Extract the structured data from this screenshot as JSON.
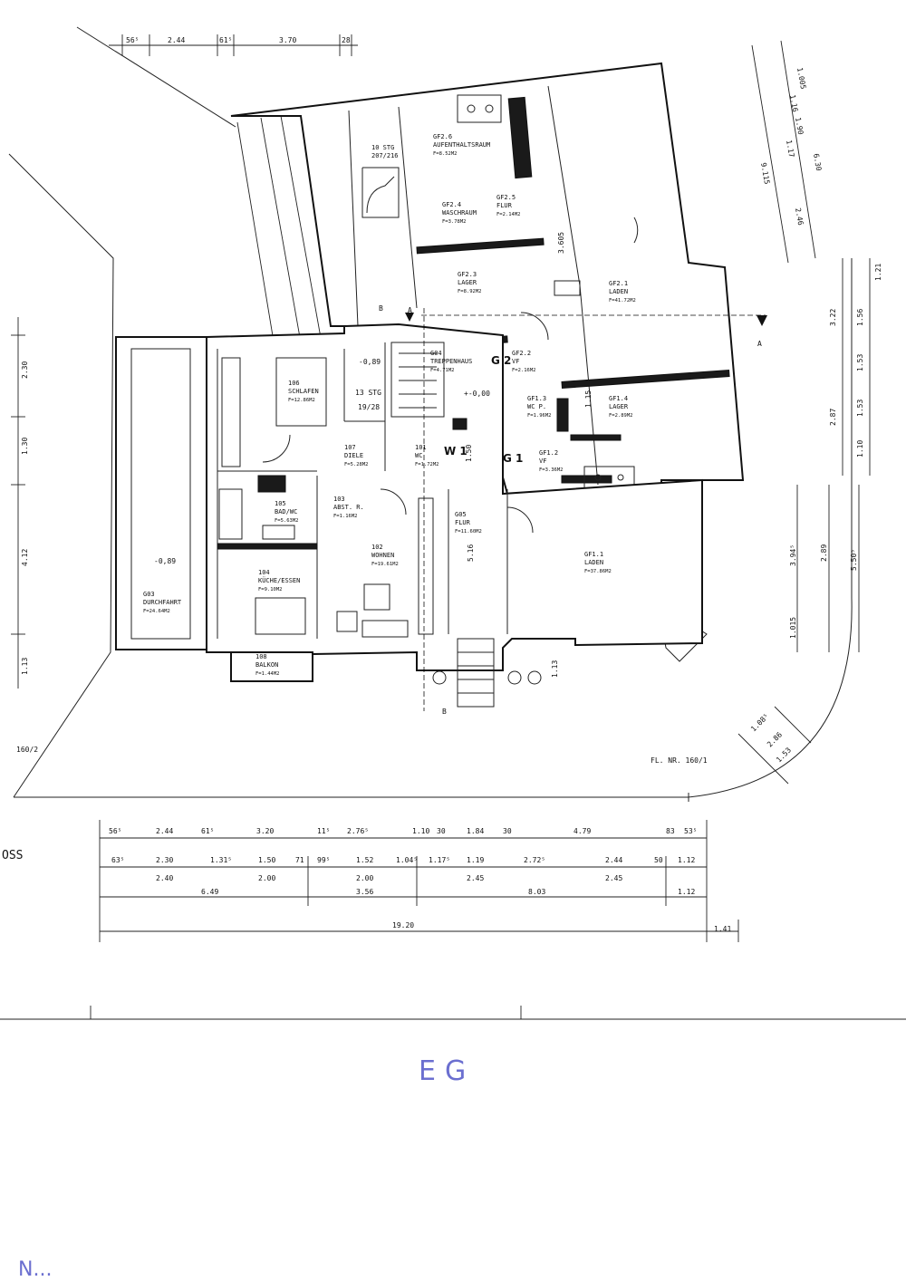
{
  "rooms": [
    {
      "id": "gf26",
      "name": "GF2.6",
      "use": "AUFENTHALTSRAUM",
      "area": "F=8.52M2"
    },
    {
      "id": "gf24",
      "name": "GF2.4",
      "use": "WASCHRAUM",
      "area": "F=3.78M2"
    },
    {
      "id": "gf25",
      "name": "GF2.5",
      "use": "FLUR",
      "area": "F=2.14M2"
    },
    {
      "id": "gf23",
      "name": "GF2.3",
      "use": "LAGER",
      "area": "F=8.92M2"
    },
    {
      "id": "gf21",
      "name": "GF2.1",
      "use": "LADEN",
      "area": "F=41.72M2"
    },
    {
      "id": "g04",
      "name": "G04",
      "use": "TREPPENHAUS",
      "area": "F=4.71M2"
    },
    {
      "id": "gf22",
      "name": "GF2.2",
      "use": "VF",
      "area": "F=2.16M2"
    },
    {
      "id": "gf13",
      "name": "GF1.3",
      "use": "WC P.",
      "area": "F=1.96M2"
    },
    {
      "id": "gf14",
      "name": "GF1.4",
      "use": "LAGER",
      "area": "F=2.89M2"
    },
    {
      "id": "gf12",
      "name": "GF1.2",
      "use": "VF",
      "area": "F=3.36M2"
    },
    {
      "id": "gf11",
      "name": "GF1.1",
      "use": "LADEN",
      "area": "F=37.86M2"
    },
    {
      "id": "g05",
      "name": "G05",
      "use": "FLUR",
      "area": "F=11.60M2"
    },
    {
      "id": "r106",
      "name": "106",
      "use": "SCHLAFEN",
      "area": "F=12.86M2"
    },
    {
      "id": "r107",
      "name": "107",
      "use": "DIELE",
      "area": "F=5.28M2"
    },
    {
      "id": "r101",
      "name": "101",
      "use": "WC",
      "area": "F=1.72M2"
    },
    {
      "id": "r105",
      "name": "105",
      "use": "BAD/WC",
      "area": "F=5.63M2"
    },
    {
      "id": "r103",
      "name": "103",
      "use": "ABST. R.",
      "area": "F=1.16M2"
    },
    {
      "id": "r102",
      "name": "102",
      "use": "WOHNEN",
      "area": "F=19.61M2"
    },
    {
      "id": "r104",
      "name": "104",
      "use": "KÜCHE/ESSEN",
      "area": "F=9.10M2"
    },
    {
      "id": "r108",
      "name": "108",
      "use": "BALKON",
      "area": "F=1.44M2"
    },
    {
      "id": "g03",
      "name": "G03",
      "use": "DURCHFAHRT",
      "area": "F=24.64M2"
    }
  ],
  "labels": {
    "stairs_top": "10 STG",
    "stairs_top_ratio": "207/216",
    "stairs_main": "13 STG",
    "stairs_main_ratio": "19/28",
    "level_minus": "-0,89",
    "level_minus_2": "-0,89",
    "level_zero": "+-0,00",
    "entry_g1": "G 1",
    "entry_g2": "G 2",
    "entry_w1": "W 1",
    "section_a": "A",
    "section_a2": "A",
    "section_b": "B",
    "section_b2": "B",
    "parcel_left": "160/2",
    "parcel_right": "FL. NR. 160/1",
    "margin_left": "OSS",
    "floor": "EG",
    "bottom_scrawl": "N..."
  },
  "dimensions": {
    "top": [
      "56⁵",
      "2.44",
      "61⁵",
      "3.70",
      "28"
    ],
    "row1": [
      "56⁵",
      "2.44",
      "61⁵",
      "3.20",
      "11⁵",
      "2.76⁵",
      "1.10",
      "30",
      "1.84",
      "30",
      "4.79",
      "83",
      "53⁵"
    ],
    "row2": [
      "63⁵",
      "2.30",
      "1.31⁵",
      "1.50",
      "71",
      "99⁵",
      "1.52",
      "1.04⁵",
      "1.17⁵",
      "1.19",
      "2.72⁵",
      "2.44",
      "50",
      "1.12"
    ],
    "row3": [
      "2.40",
      "2.00",
      "2.00",
      "2.45",
      "2.45"
    ],
    "row4": [
      "6.49",
      "3.56",
      "8.03",
      "1.12"
    ],
    "row5": [
      "19.20",
      "1.41"
    ],
    "right": [
      "1.005",
      "1.16",
      "1.90",
      "1.17",
      "6.30",
      "2.46",
      "9.115"
    ],
    "right2": [
      "3.22",
      "1.56",
      "1.21",
      "1.53",
      "2.87",
      "1.53",
      "1.10"
    ],
    "right3": [
      "3.94⁵",
      "2.89",
      "5.50⁵",
      "1.015"
    ],
    "leftv": [
      "2.30",
      "1.30",
      "4.12",
      "1.13"
    ],
    "corner": [
      "1.08⁵",
      "2.86",
      "1.53"
    ],
    "small": [
      "1.50",
      "5.16",
      "1.13",
      "3.605",
      "1.15"
    ]
  }
}
